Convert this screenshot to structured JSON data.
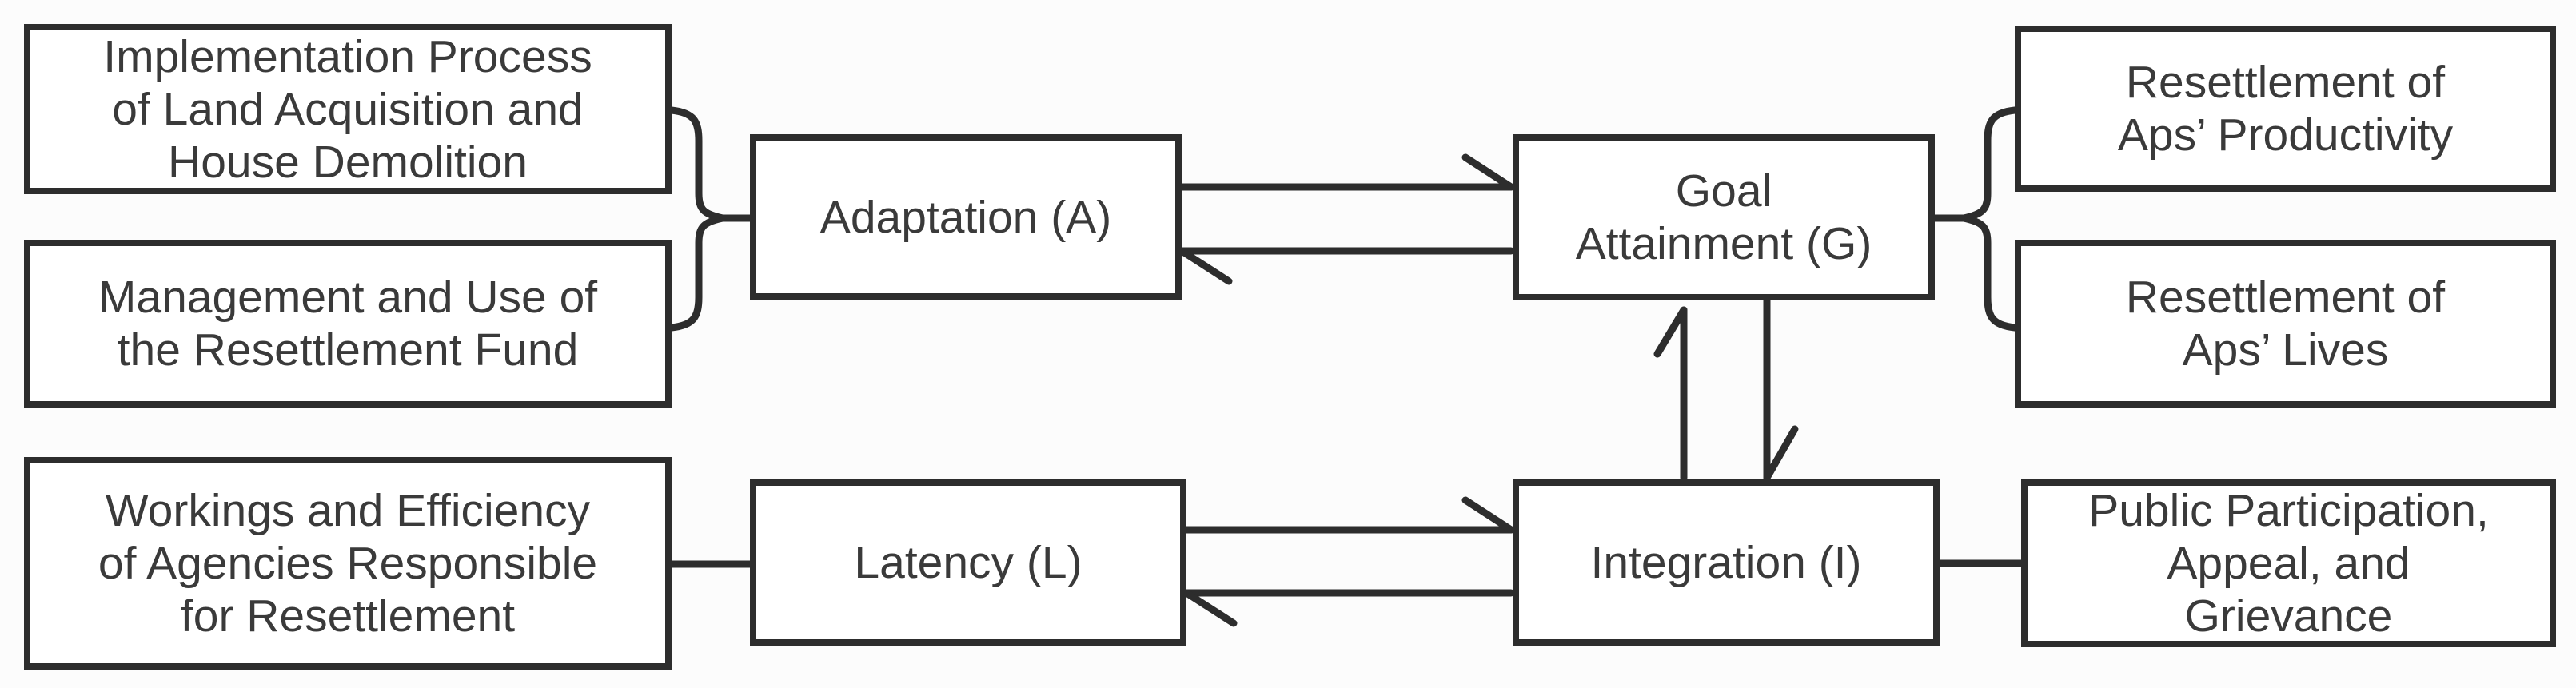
{
  "diagram": {
    "description": "AGIL framework diagram linking resettlement evaluation factors",
    "colors": {
      "line": "#2d2d2d",
      "text": "#3a3a3a",
      "background": "#fcfcfc",
      "box_background": "#ffffff"
    },
    "boxes": {
      "impl": {
        "lines": [
          "Implementation Process",
          "of Land Acquisition and",
          "House Demolition"
        ]
      },
      "mgmt": {
        "lines": [
          "Management and Use of",
          "the Resettlement Fund"
        ]
      },
      "workings": {
        "lines": [
          "Workings and Efficiency",
          "of Agencies Responsible",
          "for Resettlement"
        ]
      },
      "adaptation": {
        "label": "Adaptation (A)"
      },
      "latency": {
        "label": "Latency (L)"
      },
      "goal": {
        "lines": [
          "Goal",
          "Attainment (G)"
        ]
      },
      "integration": {
        "label": "Integration (I)"
      },
      "productivity": {
        "lines": [
          "Resettlement of",
          "Aps’ Productivity"
        ]
      },
      "lives": {
        "lines": [
          "Resettlement of",
          "Aps’ Lives"
        ]
      },
      "public": {
        "lines": [
          "Public Participation,",
          "Appeal, and",
          "Grievance"
        ]
      }
    },
    "relations": {
      "left_brace_groups": "Implementation Process + Management of Fund -> Adaptation (A)",
      "right_brace_groups": "Goal Attainment (G) -> Resettlement of Aps' Productivity + Lives",
      "adaptation_goal": "bidirectional horizontal arrows",
      "latency_integration": "bidirectional horizontal arrows",
      "goal_integration": "bidirectional vertical arrows",
      "workings_latency": "plain line",
      "integration_public": "plain line"
    }
  }
}
